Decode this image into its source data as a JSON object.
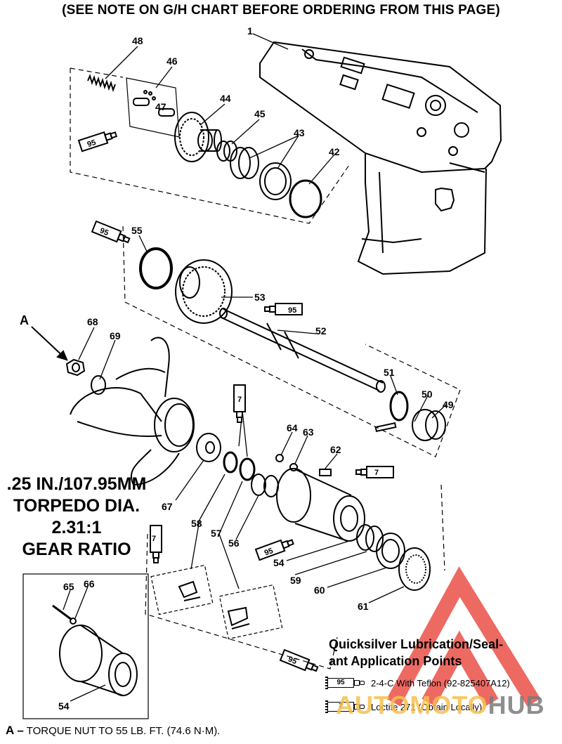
{
  "header": {
    "note": "(SEE NOTE ON G/H CHART BEFORE ORDERING FROM THIS PAGE)"
  },
  "spec": {
    "line1": ".25 IN./107.95MM",
    "line2": "TORPEDO DIA.",
    "line3": "2.31:1",
    "line4": "GEAR RATIO"
  },
  "callouts": {
    "c1": "1",
    "c42": "42",
    "c43": "43",
    "c44": "44",
    "c45": "45",
    "c46": "46",
    "c47": "47",
    "c48": "48",
    "c49": "49",
    "c50": "50",
    "c51": "51",
    "c52": "52",
    "c53": "53",
    "c54a": "54",
    "c54b": "54",
    "c55": "55",
    "c56": "56",
    "c57": "57",
    "c58": "58",
    "c59": "59",
    "c60": "60",
    "c61": "61",
    "c62": "62",
    "c63": "63",
    "c64": "64",
    "c65": "65",
    "c66": "66",
    "c67": "67",
    "c68": "68",
    "c69": "69",
    "cA": "A"
  },
  "tube_labels": {
    "t1": "95",
    "t2": "95",
    "t3": "95",
    "t4": "95",
    "t5": "95",
    "t6": "7",
    "t7": "7",
    "t8": "7"
  },
  "legend": {
    "title_line1": "Quicksilver Lubrication/Seal-",
    "title_line2": "ant Application Points",
    "row1_code": "95",
    "row1_text": "2-4-C  With Teflon (92-825407A12)",
    "row2_code": "7",
    "row2_text": "Loctite 271 (Obtain Locally)"
  },
  "footnote": {
    "letter": "A –",
    "text": "TORQUE NUT TO 55 LB. FT. (74.6 N·M)."
  },
  "watermark": {
    "part1": "AUTOMOTO",
    "part2": "HUB"
  },
  "colors": {
    "watermark_red": "#e8392f",
    "watermark_yellow": "#f6c04e",
    "watermark_gray": "#7b7b7b"
  }
}
